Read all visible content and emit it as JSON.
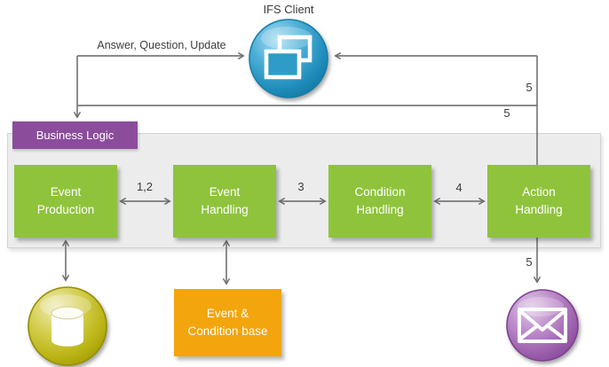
{
  "labels": {
    "ifs_client": "IFS Client",
    "answer_question_update": "Answer, Question, Update",
    "business_logic": "Business Logic",
    "step_1_2": "1,2",
    "step_3": "3",
    "step_4": "4",
    "step_5_top": "5",
    "step_5_mid": "5",
    "step_5_bottom": "5"
  },
  "modules": [
    {
      "line1": "Event",
      "line2": "Production"
    },
    {
      "line1": "Event",
      "line2": "Handling"
    },
    {
      "line1": "Condition",
      "line2": "Handling"
    },
    {
      "line1": "Action",
      "line2": "Handling"
    }
  ],
  "datastore": {
    "line1": "Event &",
    "line2": "Condition base"
  },
  "icons": {
    "client": "client-windows-icon",
    "database": "database-cylinder-icon",
    "mail": "mail-envelope-icon"
  },
  "colors": {
    "module_green": "#8fc33c",
    "container_gray": "#ececec",
    "business_logic_purple": "#8b4d9b",
    "datastore_orange": "#f2a50c",
    "connector_gray": "#7a7a7a",
    "client_blue": "#2d9fcb",
    "database_olive": "#bcb618",
    "mail_purple": "#9456a4"
  }
}
